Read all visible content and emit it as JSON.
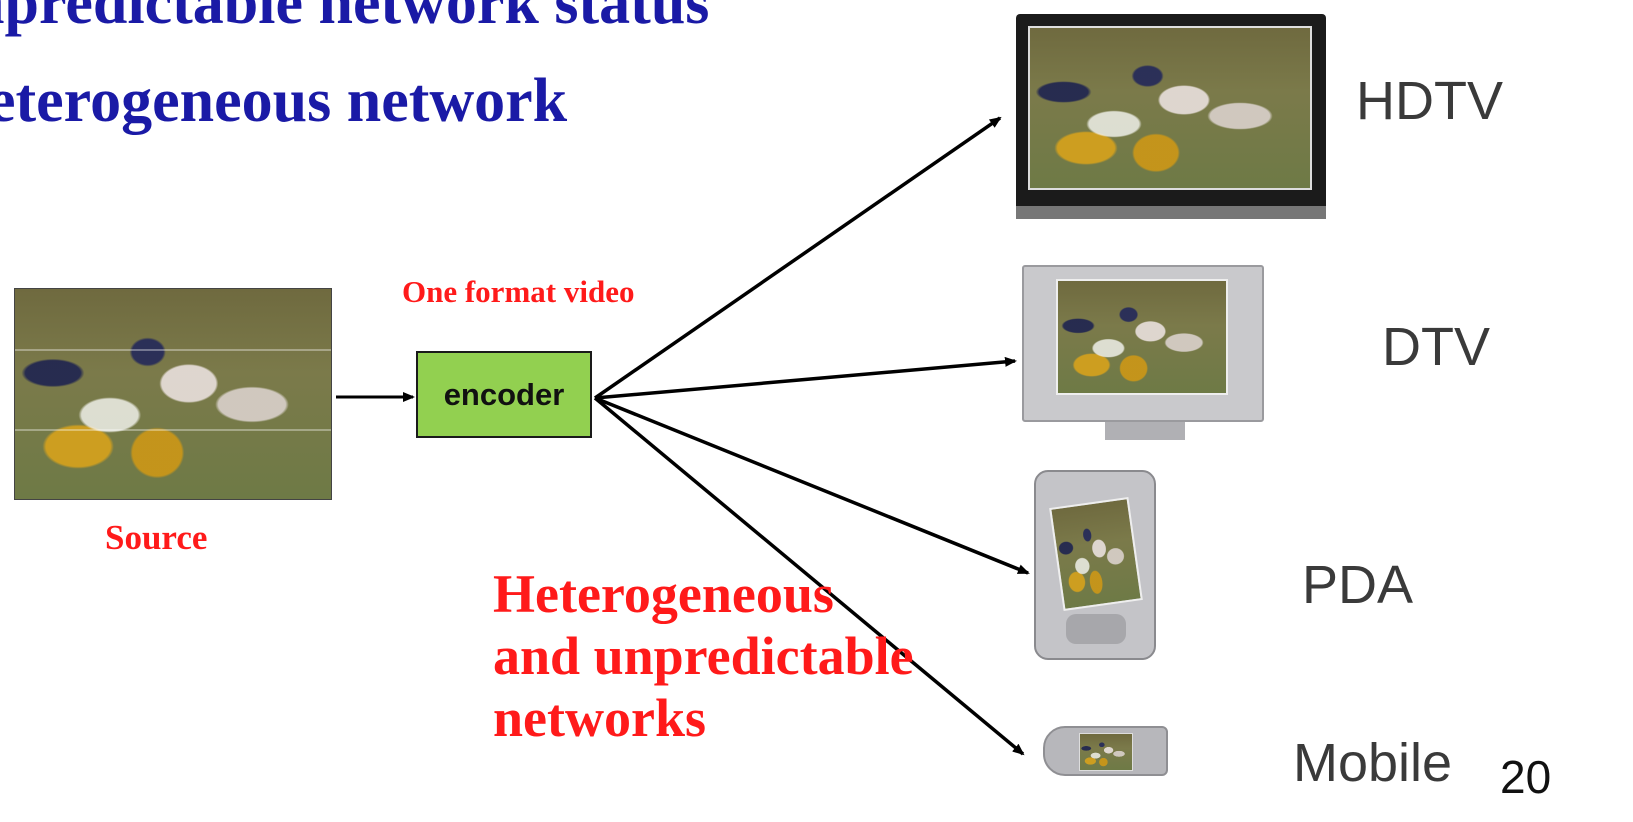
{
  "headings": {
    "line1": "npredictable network status",
    "line2": "eterogeneous network"
  },
  "source": {
    "label": "Source"
  },
  "encoder": {
    "label": "encoder",
    "color": "#92d050"
  },
  "annotations": {
    "one_format": "One format  video",
    "networks_line1": "Heterogeneous",
    "networks_line2": "and unpredictable",
    "networks_line3": "networks"
  },
  "devices": [
    {
      "label": "HDTV"
    },
    {
      "label": "DTV"
    },
    {
      "label": "PDA"
    },
    {
      "label": "Mobile"
    }
  ],
  "page_number": "20",
  "colors": {
    "heading": "#1a1aa6",
    "annotation_red": "#ff1a1a",
    "device_label": "#3a3a3a"
  }
}
